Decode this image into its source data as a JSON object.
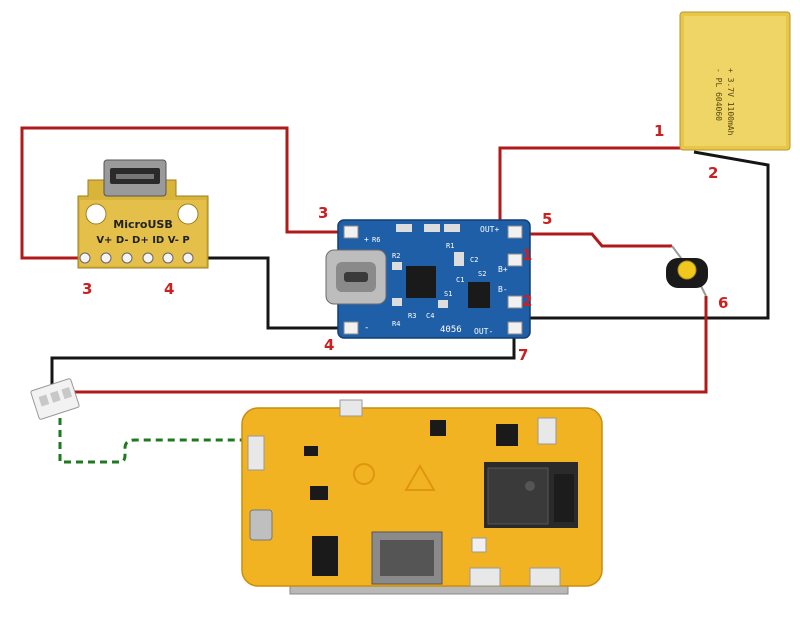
{
  "colors": {
    "wire_red": "#b01a1a",
    "wire_black": "#151515",
    "wire_green": "#1e7a1e",
    "label_red": "#cc1f1f",
    "charger_blue": "#1f5fa8",
    "usb_board": "#d9b43a",
    "display_board": "#f2b322",
    "battery": "#e8c64a"
  },
  "labels": {
    "n1_battery": "1",
    "n2_battery": "2",
    "n3_charger": "3",
    "n5_charger": "5",
    "n1_charger": "1",
    "n2_charger": "2",
    "n4_charger": "4",
    "n7_charger": "7",
    "n6_switch": "6",
    "n3_usb": "3",
    "n4_usb": "4"
  },
  "usb_board": {
    "title": "MicroUSB",
    "pins": "V+ D- D+ ID V- P"
  },
  "charger_board": {
    "title": "4056",
    "out_plus": "OUT+",
    "b_plus": "B+",
    "b_minus": "B-",
    "out_minus": "OUT-",
    "plus": "+",
    "minus": "-",
    "r1": "R1",
    "r2": "R2",
    "r3": "R3",
    "r4": "R4",
    "c1": "C1",
    "c2": "C2",
    "c4": "C4",
    "s1": "S1",
    "s2": "S2"
  },
  "battery": {
    "line1": "- PL 604060",
    "line2": "+ 3.7V 1100mAh"
  },
  "icons": [
    "usb-c-port-icon",
    "micro-usb-port-icon",
    "push-button-icon",
    "jst-connector-icon",
    "esp32-module-icon",
    "sd-card-slot-icon",
    "warning-triangle-icon"
  ]
}
